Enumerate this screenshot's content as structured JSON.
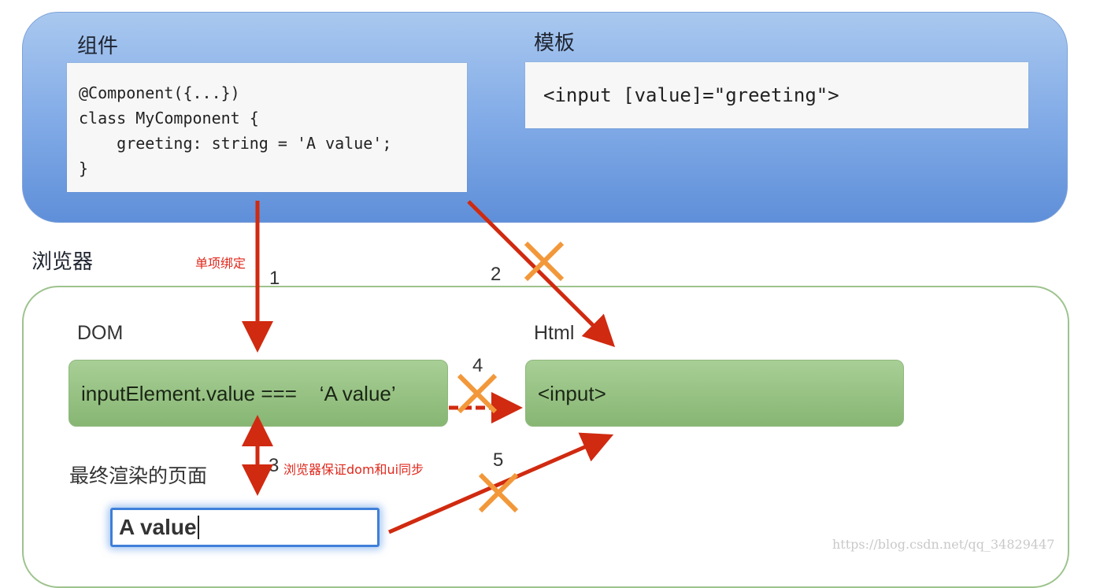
{
  "component_section": {
    "heading": "组件",
    "code_lines": [
      "@Component({...})",
      "class MyComponent {",
      "    greeting: string = 'A value';",
      "}"
    ]
  },
  "template_section": {
    "heading": "模板",
    "code": "<input [value]=\"greeting\">"
  },
  "browser_section": {
    "heading": "浏览器",
    "dom_label": "DOM",
    "dom_value": "inputElement.value ===    ‘A value’",
    "html_label": "Html",
    "html_value": "<input>",
    "rendered_label": "最终渲染的页面",
    "input_value": "A value"
  },
  "steps": {
    "s1": "1",
    "s2": "2",
    "s3": "3",
    "s4": "4",
    "s5": "5"
  },
  "notes": {
    "one_way": "单项绑定",
    "sync": "浏览器保证dom和ui同步"
  },
  "watermark": "https://blog.csdn.net/qq_34829447",
  "colors": {
    "arrow_red": "#d02a10",
    "cross_orange": "#f2983a",
    "component_blue": "#7fa9e6",
    "browser_green": "#9dc38d"
  }
}
